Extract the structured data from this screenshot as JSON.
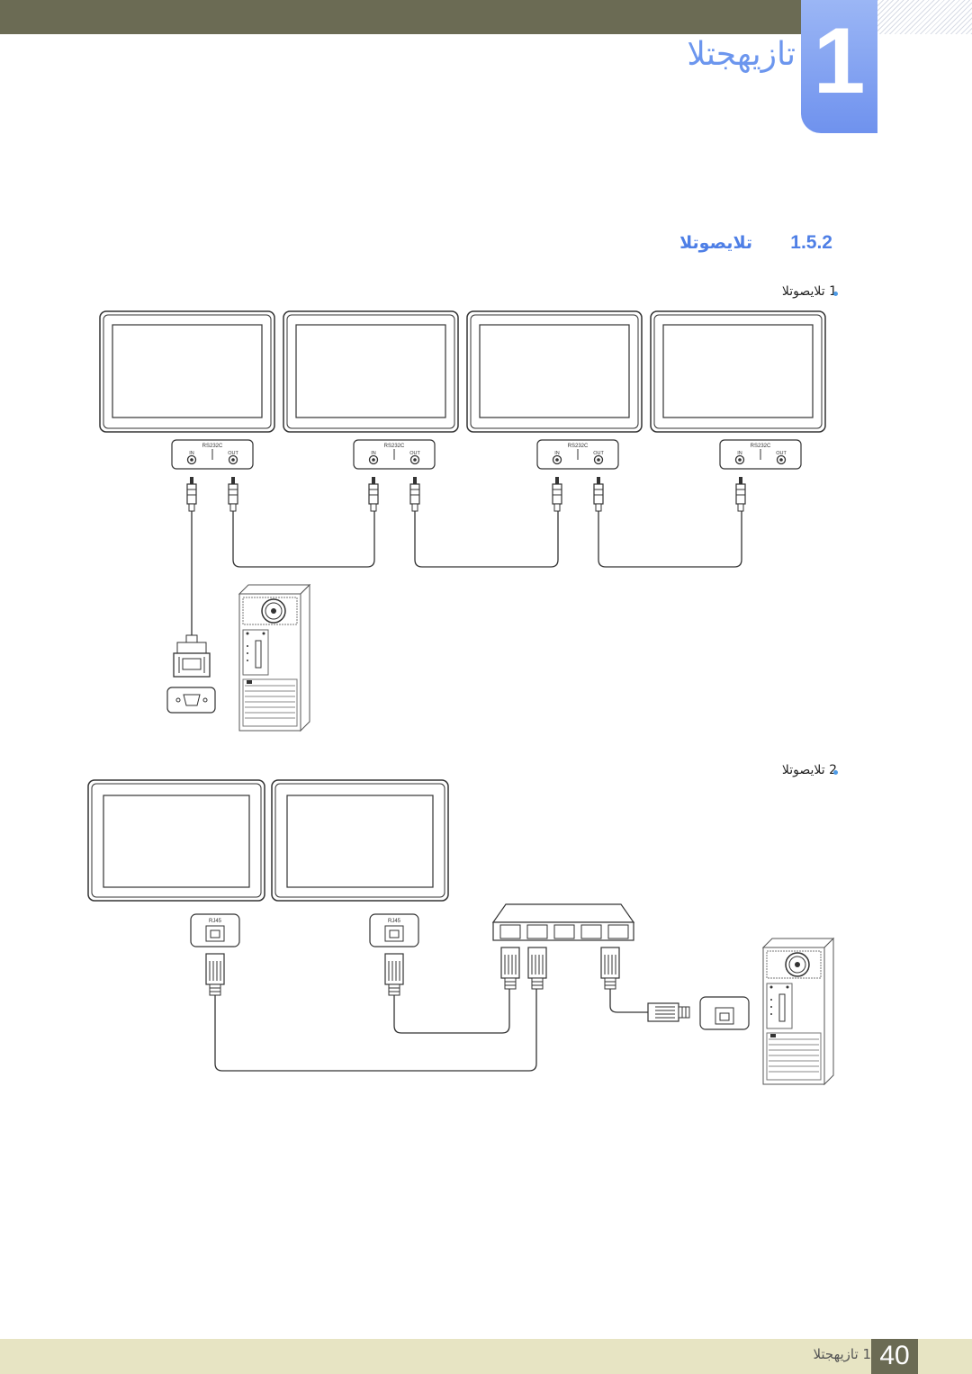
{
  "header": {
    "chapter_number": "1",
    "chapter_title": "تازيهجتلا"
  },
  "section": {
    "number": "1.5.2",
    "title": "تلايصوتلا"
  },
  "bullets": [
    {
      "label": "1 تلايصوتلا"
    },
    {
      "label": "2 تلايصوتلا"
    }
  ],
  "diagram1": {
    "port_title": "RS232C",
    "port_in": "IN",
    "port_out": "OUT",
    "monitor_count": 4
  },
  "diagram2": {
    "port_label": "RJ45",
    "monitor_count": 2,
    "hub_port_count": 5
  },
  "footer": {
    "text": "1 تازيهجتلا",
    "page_number": "40"
  },
  "colors": {
    "accent_blue": "#4e7fe6",
    "bar_olive": "#6b6b54",
    "footer_tan": "#e7e4c3"
  }
}
